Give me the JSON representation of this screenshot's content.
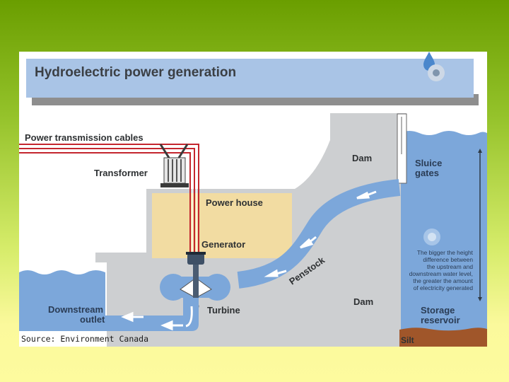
{
  "diagram": {
    "title": "Hydroelectric power generation",
    "labels": {
      "power_cables": "Power transmission cables",
      "transformer": "Transformer",
      "power_house": "Power house",
      "generator": "Generator",
      "turbine": "Turbine",
      "penstock": "Penstock",
      "dam_top": "Dam",
      "dam_bottom": "Dam",
      "sluice_line1": "Sluice",
      "sluice_line2": "gates",
      "downstream_line1": "Downstream",
      "downstream_line2": "outlet",
      "storage_line1": "Storage",
      "storage_line2": "reservoir",
      "silt": "Silt"
    },
    "note_lines": [
      "The bigger the height",
      "difference between",
      "the upstream and",
      "downstream water level,",
      "the greater the amount",
      "of electricity generated"
    ],
    "source": "Source: Environment Canada"
  }
}
